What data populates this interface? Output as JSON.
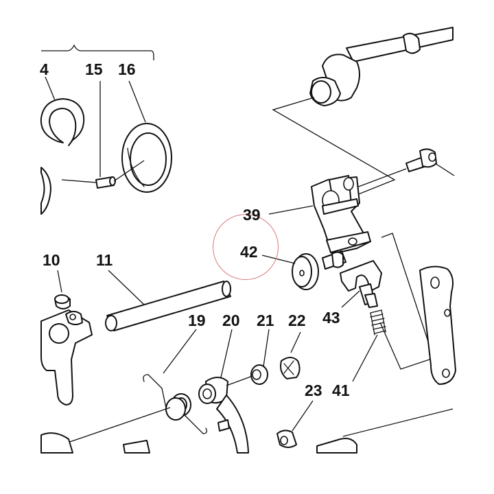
{
  "diagram": {
    "callouts": {
      "c4": "4",
      "c15": "15",
      "c16": "16",
      "c10": "10",
      "c11": "11",
      "c19": "19",
      "c20": "20",
      "c21": "21",
      "c22": "22",
      "c23": "23",
      "c39": "39",
      "c41": "41",
      "c42": "42",
      "c43": "43"
    },
    "highlight": {
      "target_part": "42",
      "color": "#d9777a"
    },
    "line_color": "#111111",
    "background": "#ffffff"
  }
}
